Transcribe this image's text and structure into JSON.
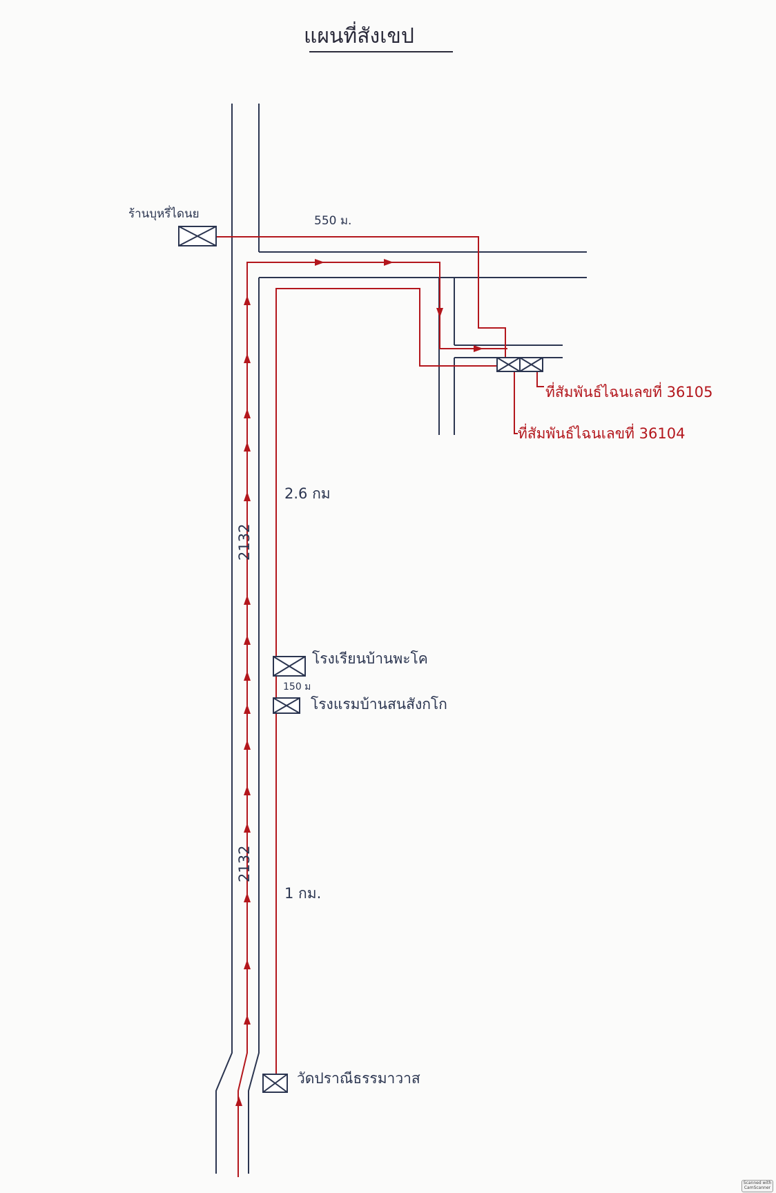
{
  "title": "แผนที่สังเขป",
  "places": {
    "top_left_landmark": "ร้านบุหรี่ไดนย",
    "school": "โรงเรียนบ้านพะโค",
    "temple_school": "โรงแรมบ้านสนสังกโก",
    "temple_bottom": "วัดปราณีธรรมาวาส",
    "target_1": "ที่สัมพันธ์ไฉนเลขที่ 36105",
    "target_2": "ที่สัมพันธ์ไฉนเลขที่ 36104"
  },
  "distances": {
    "top": "550 ม.",
    "middle": "2.6 กม",
    "between_schools": "150 ม",
    "bottom": "1 กม."
  },
  "road_numbers": {
    "upper": "2132",
    "lower": "2132"
  },
  "colors": {
    "road": "#2b3550",
    "route": "#b3161c"
  },
  "scanner_badge": "Scanned with CamScanner"
}
